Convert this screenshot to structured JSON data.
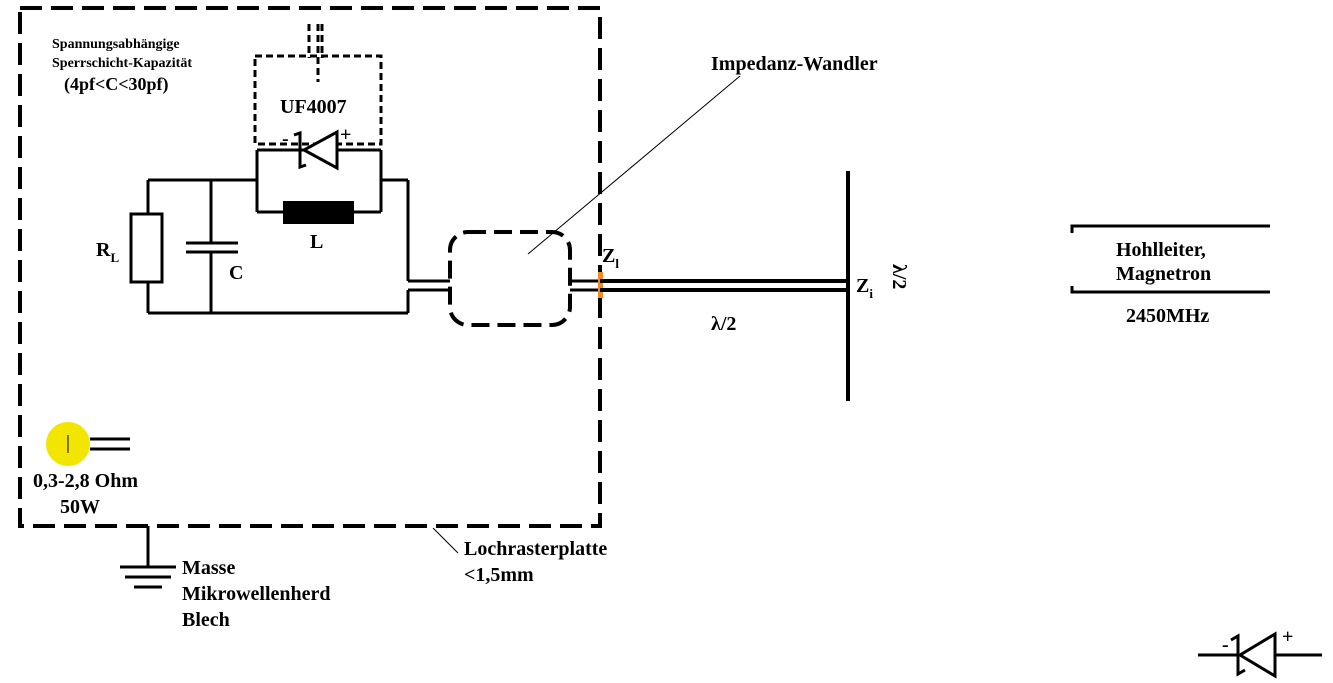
{
  "labels": {
    "kapazitaet_line1": "Spannungsabhängige",
    "kapazitaet_line2": "Sperrschicht-Kapazität",
    "kapazitaet_range": "(4pf<C<30pf)",
    "diode_name": "UF4007",
    "diode_minus": "-",
    "diode_plus": "+",
    "resistor_main": "R",
    "resistor_sub": "L",
    "capacitor": "C",
    "inductor": "L",
    "impedanz_wandler": "Impedanz-Wandler",
    "z_l_main": "Z",
    "z_l_sub": "l",
    "z_i_main": "Z",
    "z_i_sub": "i",
    "lambda_half_horizontal": "λ/2",
    "lambda_half_vertical": "λ/2",
    "hohlleiter_line1": "Hohlleiter,",
    "hohlleiter_line2": "Magnetron",
    "frequency": "2450MHz",
    "ohm_range": "0,3-2,8 Ohm",
    "power": "50W",
    "lochraster_line1": "Lochrasterplatte",
    "lochraster_line2": "<1,5mm",
    "masse_line1": "Masse",
    "masse_line2": "Mikrowellenherd",
    "masse_line3": "Blech",
    "legend_minus": "-",
    "legend_plus": "+"
  },
  "colors": {
    "line": "#000000",
    "source_dot": "#f2e600",
    "port_marker": "#f08a24"
  }
}
